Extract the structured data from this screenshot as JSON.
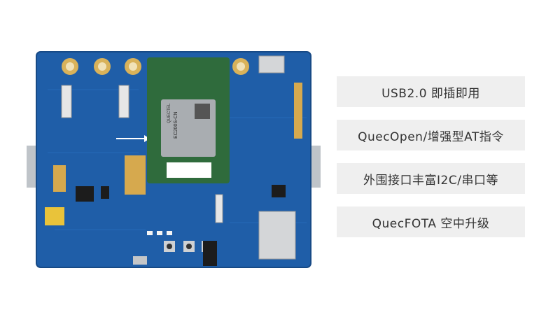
{
  "module": {
    "brand": "QUECTEL",
    "model": "EC200S-CN"
  },
  "features": [
    {
      "label": "USB2.0 即插即用"
    },
    {
      "label": "QuecOpen/增强型AT指令"
    },
    {
      "label": "外围接口丰富I2C/串口等"
    },
    {
      "label": "QuecFOTA 空中升级"
    }
  ],
  "colors": {
    "board": "#1f5ea8",
    "module": "#2f6b3c",
    "feature_bg": "#efefef",
    "feature_text": "#333333"
  }
}
